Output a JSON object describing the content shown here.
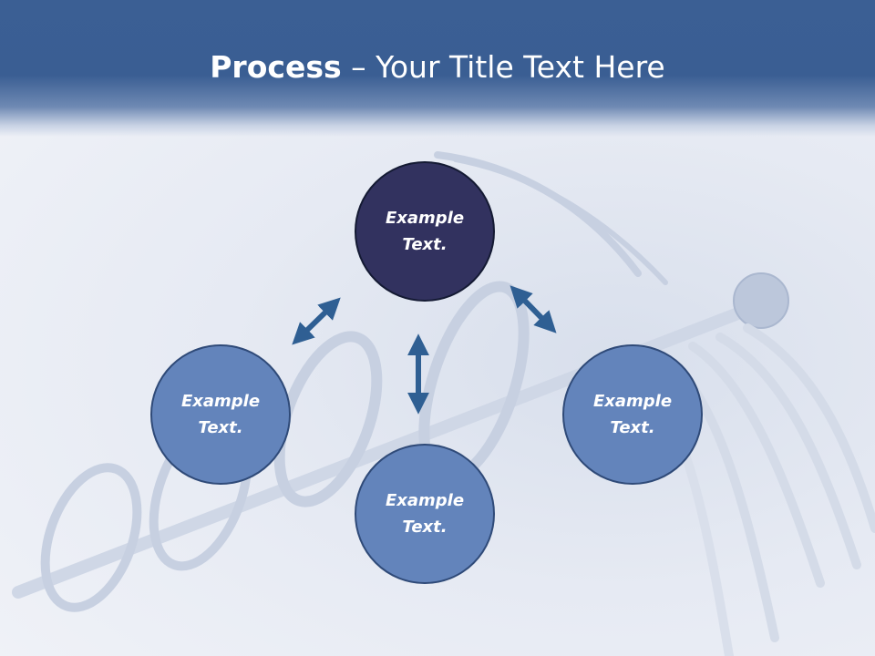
{
  "title": {
    "bold": "Process",
    "rest": " – Your Title Text Here"
  },
  "nodes": {
    "top": {
      "line1": "Example",
      "line2": "Text."
    },
    "left": {
      "line1": "Example",
      "line2": "Text."
    },
    "right": {
      "line1": "Example",
      "line2": "Text."
    },
    "bottom": {
      "line1": "Example",
      "line2": "Text."
    }
  },
  "colors": {
    "header": "#3a5e93",
    "node_dark": "#32325f",
    "node_light": "#6384bb",
    "arrow": "#2f5f93"
  }
}
